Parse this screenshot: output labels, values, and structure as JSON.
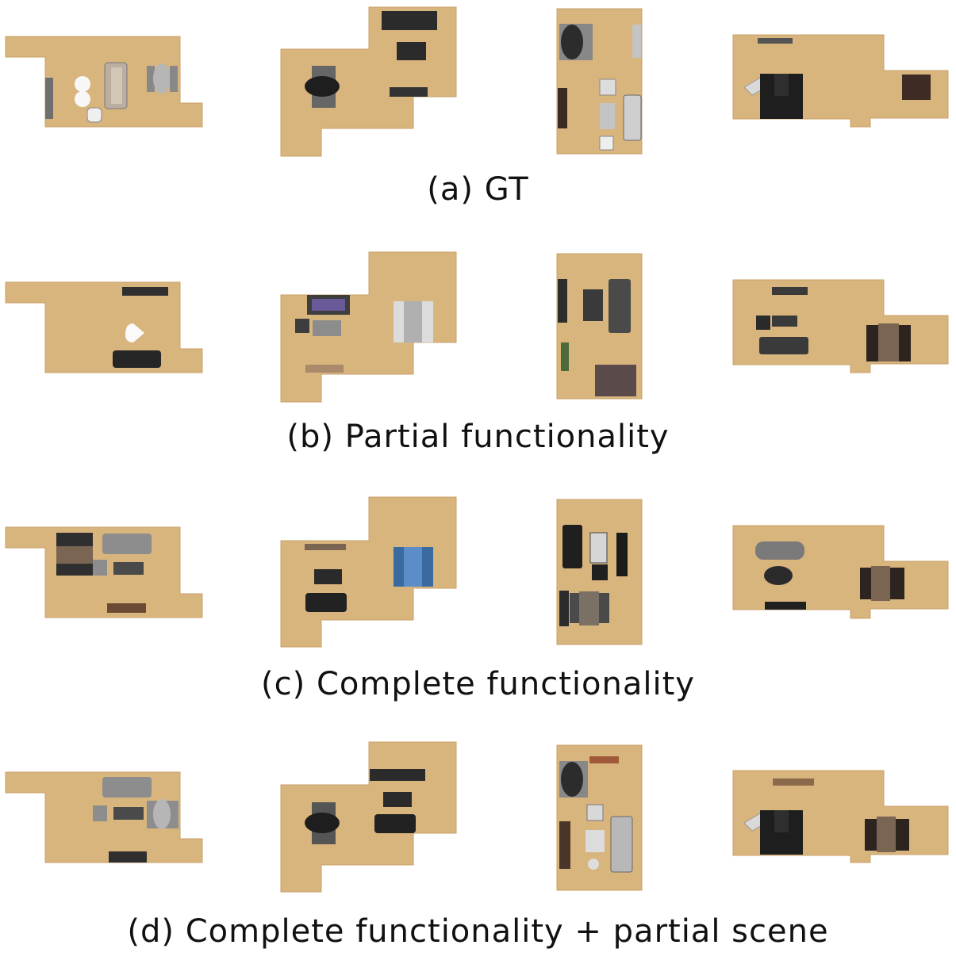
{
  "figure": {
    "rows": [
      {
        "caption": "(a) GT"
      },
      {
        "caption": "(b) Partial functionality"
      },
      {
        "caption": "(c) Complete functionality"
      },
      {
        "caption": "(d) Complete functionality + partial scene"
      }
    ],
    "colors": {
      "floor": "#d9b57e",
      "floor_edge": "#c9a06a",
      "dark_furniture": "#2b2b2b",
      "grey_furniture": "#9a9a9a",
      "light_furniture": "#d7d7d7",
      "wood_furniture": "#6b4a35",
      "blue_furniture": "#5b8ec9"
    }
  }
}
